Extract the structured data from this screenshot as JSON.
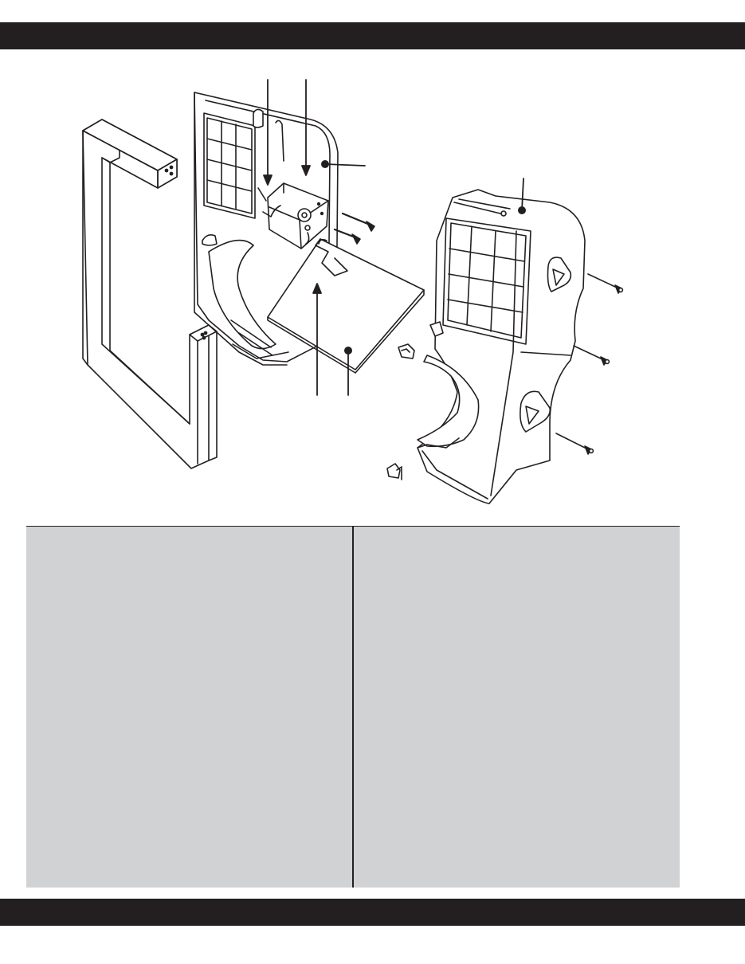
{
  "colors": {
    "header_bar": "#231f20",
    "footer_bar": "#231f20",
    "panel_background": "#d1d2d4",
    "line_art": "#231f20"
  },
  "diagram": {
    "subject": "exploded-assembly-illustration",
    "callout_dots": 4,
    "callout_arrows": 3
  },
  "panels": {
    "left": {
      "text": ""
    },
    "right": {
      "text": ""
    }
  }
}
